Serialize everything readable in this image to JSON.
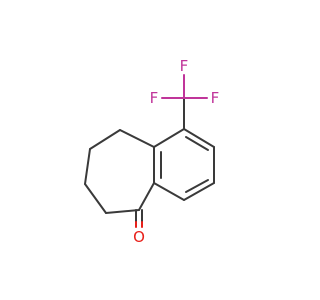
{
  "molecule": {
    "atoms": {
      "fluorine_1": {
        "symbol": "F",
        "color": "#c0359a"
      },
      "fluorine_2": {
        "symbol": "F",
        "color": "#c0359a"
      },
      "fluorine_3": {
        "symbol": "F",
        "color": "#c0359a"
      },
      "oxygen": {
        "symbol": "O",
        "color": "#e8201a"
      }
    },
    "bond_color": "#3a3a3a"
  }
}
